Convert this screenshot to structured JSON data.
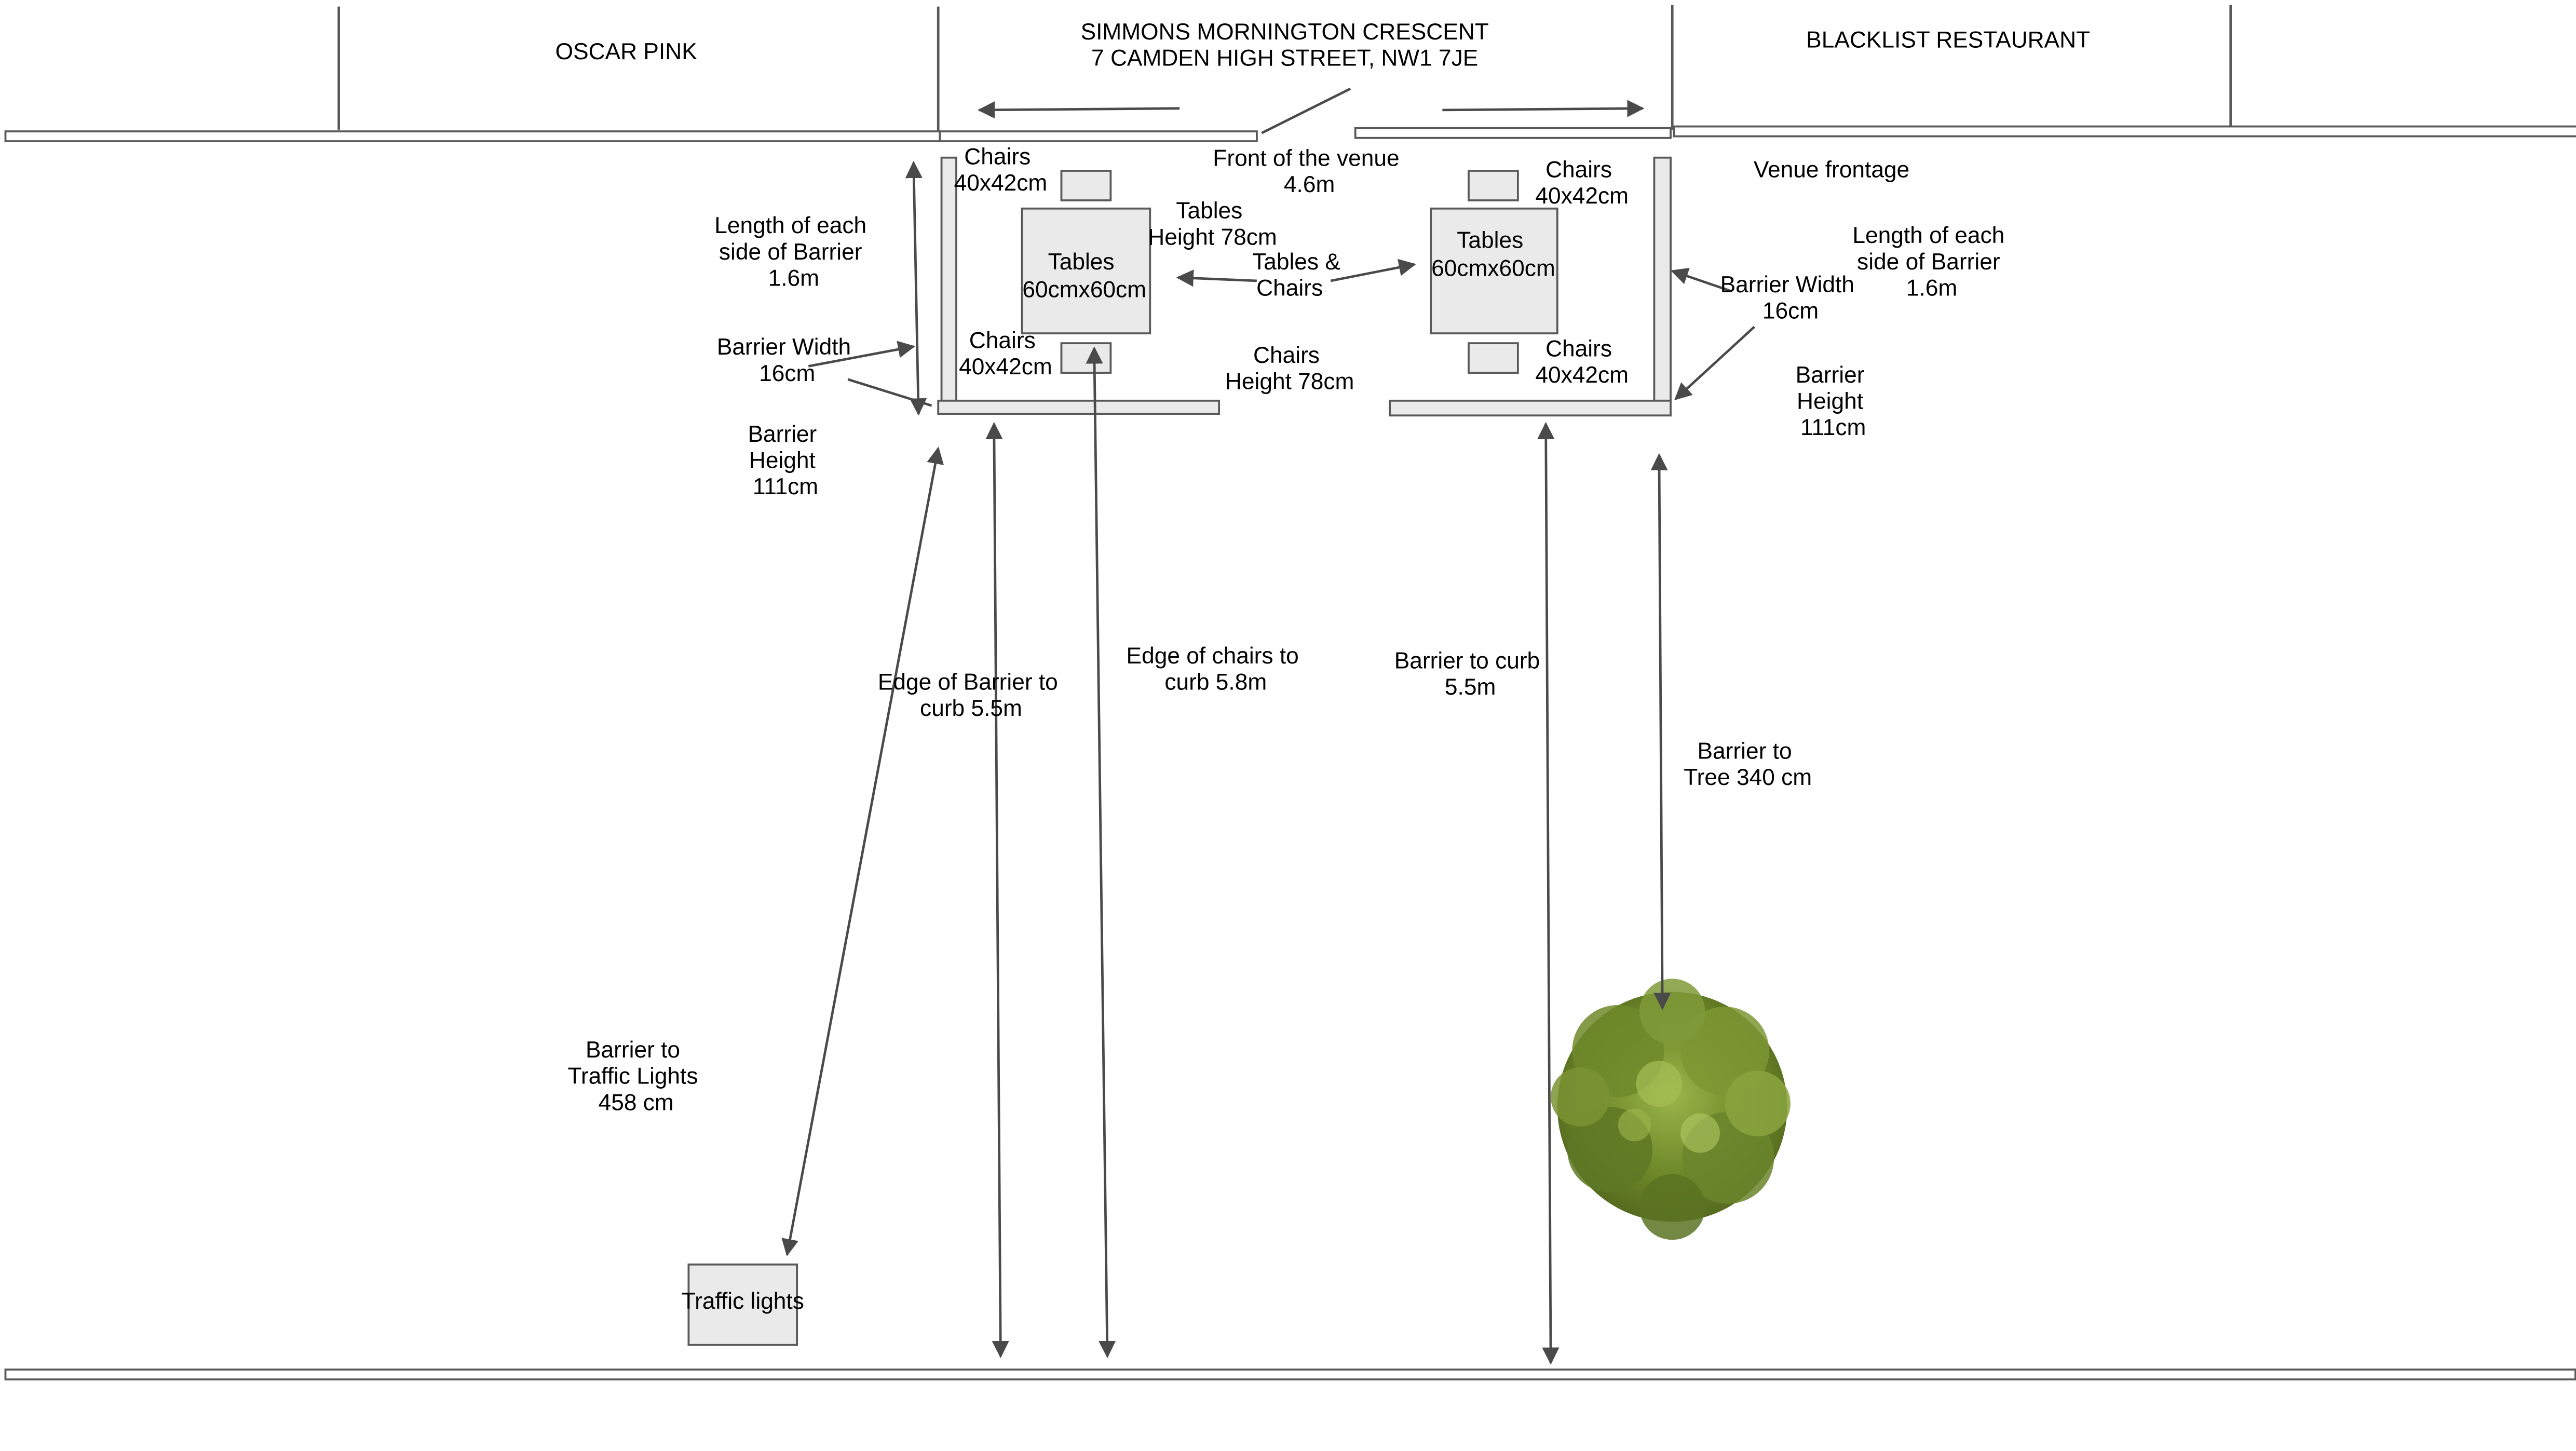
{
  "colors": {
    "line": "#595959",
    "arrow": "#4a4a4a",
    "box_fill": "#eaeaea",
    "box_stroke": "#595959",
    "text": "#000000",
    "tree_dark": "#556b1f",
    "tree_mid": "#6f8a2a",
    "tree_light": "#9bb54a"
  },
  "buildings": {
    "left": "OSCAR PINK",
    "venue_name": "SIMMONS MORNINGTON CRESCENT",
    "venue_address": "7 CAMDEN HIGH STREET,  NW1 7JE",
    "right": "BLACKLIST RESTAURANT"
  },
  "labels": {
    "front_of_venue": [
      "Front of the venue",
      "4.6m"
    ],
    "venue_frontage": "Venue frontage",
    "chairs_top_left": [
      "Chairs",
      "40x42cm"
    ],
    "chairs_bottom_left": [
      "Chairs",
      "40x42cm"
    ],
    "chairs_top_right": [
      "Chairs",
      "40x42cm"
    ],
    "chairs_bottom_right": [
      "Chairs",
      "40x42cm"
    ],
    "table_left": [
      "Tables",
      "60cmx60cm"
    ],
    "table_right": [
      "Tables",
      "60cmx60cm"
    ],
    "tables_height": [
      "Tables",
      "Height 78cm"
    ],
    "tables_and_chairs": [
      "Tables  &",
      "Chairs"
    ],
    "chairs_height": [
      "Chairs",
      "Height 78cm"
    ],
    "length_left": [
      "Length of each",
      "side of Barrier",
      "1.6m"
    ],
    "length_right": [
      "Length of each",
      "side of Barrier",
      "1.6m"
    ],
    "barrier_width_left": [
      "Barrier Width",
      "16cm"
    ],
    "barrier_width_right": [
      "Barrier Width",
      "16cm"
    ],
    "barrier_height_left": [
      "Barrier",
      "Height",
      "111cm"
    ],
    "barrier_height_right": [
      "Barrier",
      "Height",
      "111cm"
    ],
    "edge_barrier_curb": [
      "Edge of Barrier to",
      "curb 5.5m"
    ],
    "edge_chairs_curb": [
      "Edge of chairs to",
      "curb 5.8m"
    ],
    "barrier_curb": [
      "Barrier to curb",
      "5.5m"
    ],
    "barrier_tree": [
      "Barrier to",
      "Tree 340 cm"
    ],
    "barrier_traffic": [
      "Barrier to",
      "Traffic Lights",
      "458 cm"
    ],
    "traffic_lights": "Traffic lights"
  },
  "icons": {
    "tree": "tree-top-view-icon"
  }
}
